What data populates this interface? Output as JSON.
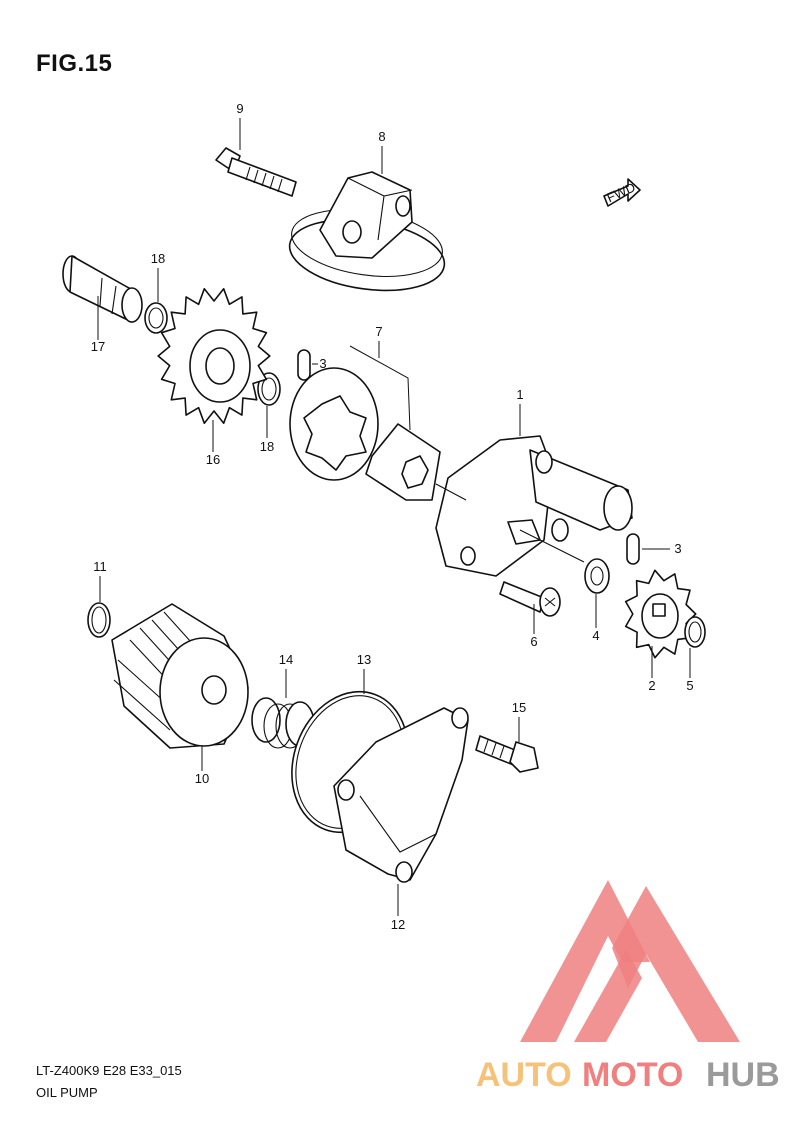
{
  "figure": {
    "title": "FIG.15",
    "model_code": "LT-Z400K9 E28 E33_015",
    "name": "OIL PUMP"
  },
  "direction_badge": "FWD",
  "callouts": [
    {
      "id": "1",
      "part": "oil-pump-body"
    },
    {
      "id": "2",
      "part": "oil-pump-driven-gear"
    },
    {
      "id": "3",
      "part": "dowel-pin"
    },
    {
      "id": "3",
      "part": "dowel-pin"
    },
    {
      "id": "4",
      "part": "washer"
    },
    {
      "id": "5",
      "part": "circlip"
    },
    {
      "id": "6",
      "part": "screw"
    },
    {
      "id": "7",
      "part": "rotor-set"
    },
    {
      "id": "8",
      "part": "oil-pump-cover"
    },
    {
      "id": "9",
      "part": "bolt"
    },
    {
      "id": "10",
      "part": "oil-filter"
    },
    {
      "id": "11",
      "part": "o-ring"
    },
    {
      "id": "12",
      "part": "oil-filter-cap"
    },
    {
      "id": "13",
      "part": "gasket"
    },
    {
      "id": "14",
      "part": "spring"
    },
    {
      "id": "15",
      "part": "bolt"
    },
    {
      "id": "16",
      "part": "gear"
    },
    {
      "id": "17",
      "part": "shaft"
    },
    {
      "id": "18",
      "part": "circlip"
    },
    {
      "id": "18",
      "part": "circlip"
    }
  ],
  "watermark": {
    "text_a": "AUTO",
    "text_b": "MOTO",
    "text_c": "HUB",
    "colors": {
      "orange": "#f6c27a",
      "red": "#f08080",
      "gray": "#9a9a9a"
    }
  }
}
